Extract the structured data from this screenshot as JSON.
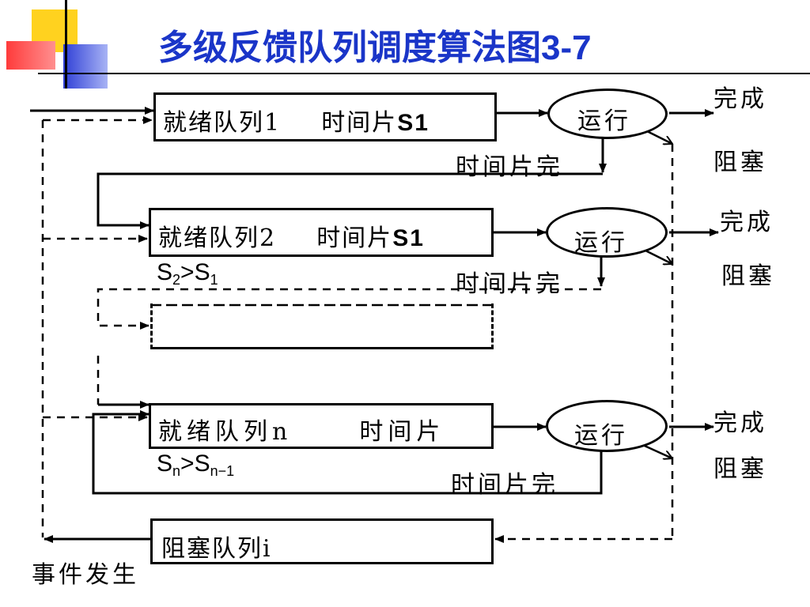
{
  "title": {
    "text": "多级反馈队列调度算法图",
    "number": "3-7"
  },
  "queues": [
    {
      "name": "就绪队列1",
      "slice_label": "时间片",
      "slice_value": "S1"
    },
    {
      "name": "就绪队列2",
      "slice_label": "时间片",
      "slice_value": "S1",
      "condition": {
        "a": "S",
        "a_sub": "2",
        "op": ">",
        "b": "S",
        "b_sub": "1"
      }
    },
    {
      "name": "就绪队列n",
      "slice_label": "时间片",
      "slice_value": "",
      "condition": {
        "a": "S",
        "a_sub": "n",
        "op": ">",
        "b": "S",
        "b_sub": "n−1"
      }
    }
  ],
  "blocked_queue": {
    "name": "阻塞队列i"
  },
  "run_label": "运行",
  "timeout_label": "时间片完",
  "complete_label": "完成",
  "block_label": "阻塞",
  "event_label": "事件发生",
  "colors": {
    "title": "#1a35c8",
    "deco_yellow": "#ffd21f",
    "deco_red": "#ff4a4a",
    "deco_blue": "#3b4fd8"
  }
}
